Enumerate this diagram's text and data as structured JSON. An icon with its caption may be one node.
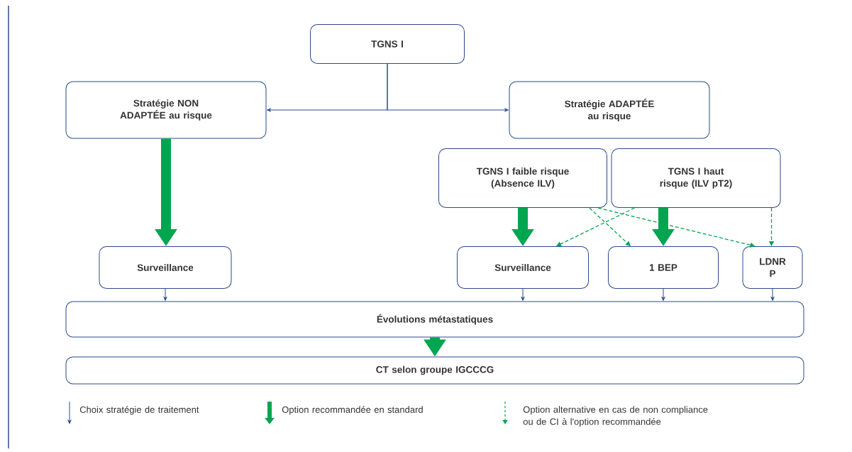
{
  "diagram": {
    "nodes": [
      {
        "text": [
          "TGNS I"
        ]
      },
      {
        "text": [
          "Stratégie NON ADAPTÉE au risque"
        ]
      },
      {
        "text": [
          "Stratégie ADAPTÉE au risque"
        ]
      },
      {
        "text": [
          "TGNS I faible risque (Absence ILV)"
        ]
      },
      {
        "text": [
          "TGNS I haut risque (ILV pT2)"
        ]
      },
      {
        "text": [
          "Surveillance"
        ]
      },
      {
        "text": [
          "Surveillance"
        ]
      },
      {
        "text": [
          "1 BEP"
        ]
      },
      {
        "text": [
          "LDNR P"
        ]
      },
      {
        "text": [
          "Évolutions métastatiques"
        ]
      },
      {
        "text": [
          "CT selon groupe IGCCCG"
        ]
      }
    ],
    "edges": [
      {
        "from": 0,
        "to": 1,
        "arrow": "to",
        "color": "#2c4a8a"
      },
      {
        "from": 0,
        "to": 2,
        "arrow": "to",
        "color": "#2c4a8a"
      },
      {
        "from": 1,
        "to": 5,
        "arrow": "to",
        "style": "thick"
      },
      {
        "from": 3,
        "to": 6,
        "arrow": "to",
        "style": "thick"
      },
      {
        "from": 4,
        "to": 7,
        "arrow": "to",
        "style": "thick"
      },
      {
        "from": 3,
        "to": 7,
        "arrow": "to",
        "style": "dashed"
      },
      {
        "from": 3,
        "to": 8,
        "arrow": "to",
        "style": "dashed"
      },
      {
        "from": 4,
        "to": 6,
        "arrow": "to",
        "style": "dashed"
      },
      {
        "from": 4,
        "to": 8,
        "arrow": "to",
        "style": "dashed"
      },
      {
        "from": 5,
        "to": 9,
        "arrow": "to",
        "color": "#2c4a8a"
      },
      {
        "from": 6,
        "to": 9,
        "arrow": "to",
        "color": "#2c4a8a"
      },
      {
        "from": 7,
        "to": 9,
        "arrow": "to",
        "color": "#2c4a8a"
      },
      {
        "from": 8,
        "to": 9,
        "arrow": "to",
        "color": "#2c4a8a"
      },
      {
        "from": 9,
        "to": 10,
        "arrow": "to",
        "style": "thick"
      }
    ],
    "legend": [
      {
        "text": "Choix stratégie de traitement"
      },
      {
        "text": "Option recommandée en standard"
      },
      {
        "text": "Option alternative en cas de non compliance ou de CI à l'option recommandée"
      }
    ]
  }
}
